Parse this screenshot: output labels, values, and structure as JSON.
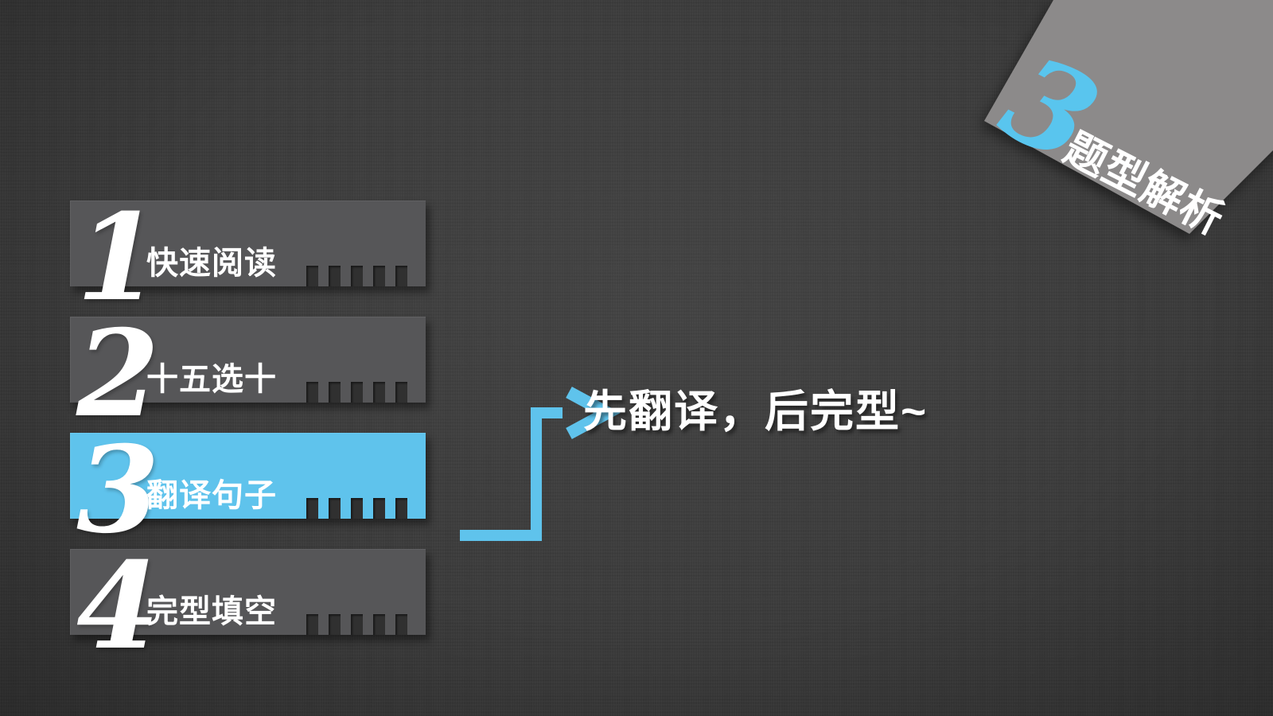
{
  "slide": {
    "background_color": "#3a3a3a",
    "accent_blue": "#5fc3ec"
  },
  "menu": {
    "box_color": "#565658",
    "highlight_color": "#5fc3ec",
    "number_color": "#ffffff",
    "label_color": "#ffffff",
    "items": [
      {
        "number": "1",
        "label": "快速阅读",
        "highlighted": false
      },
      {
        "number": "2",
        "label": "十五选十",
        "highlighted": false
      },
      {
        "number": "3",
        "label": "翻译句子",
        "highlighted": true
      },
      {
        "number": "4",
        "label": "完型填空",
        "highlighted": false
      }
    ]
  },
  "annotation": {
    "text": "先翻译，后完型~",
    "color": "#ffffff",
    "arrow_color": "#5fc3ec"
  },
  "corner_badge": {
    "number": "3",
    "label": "题型解析",
    "card_color": "#8c8a8a",
    "number_color": "#59c5ee",
    "label_color": "#ffffff"
  }
}
